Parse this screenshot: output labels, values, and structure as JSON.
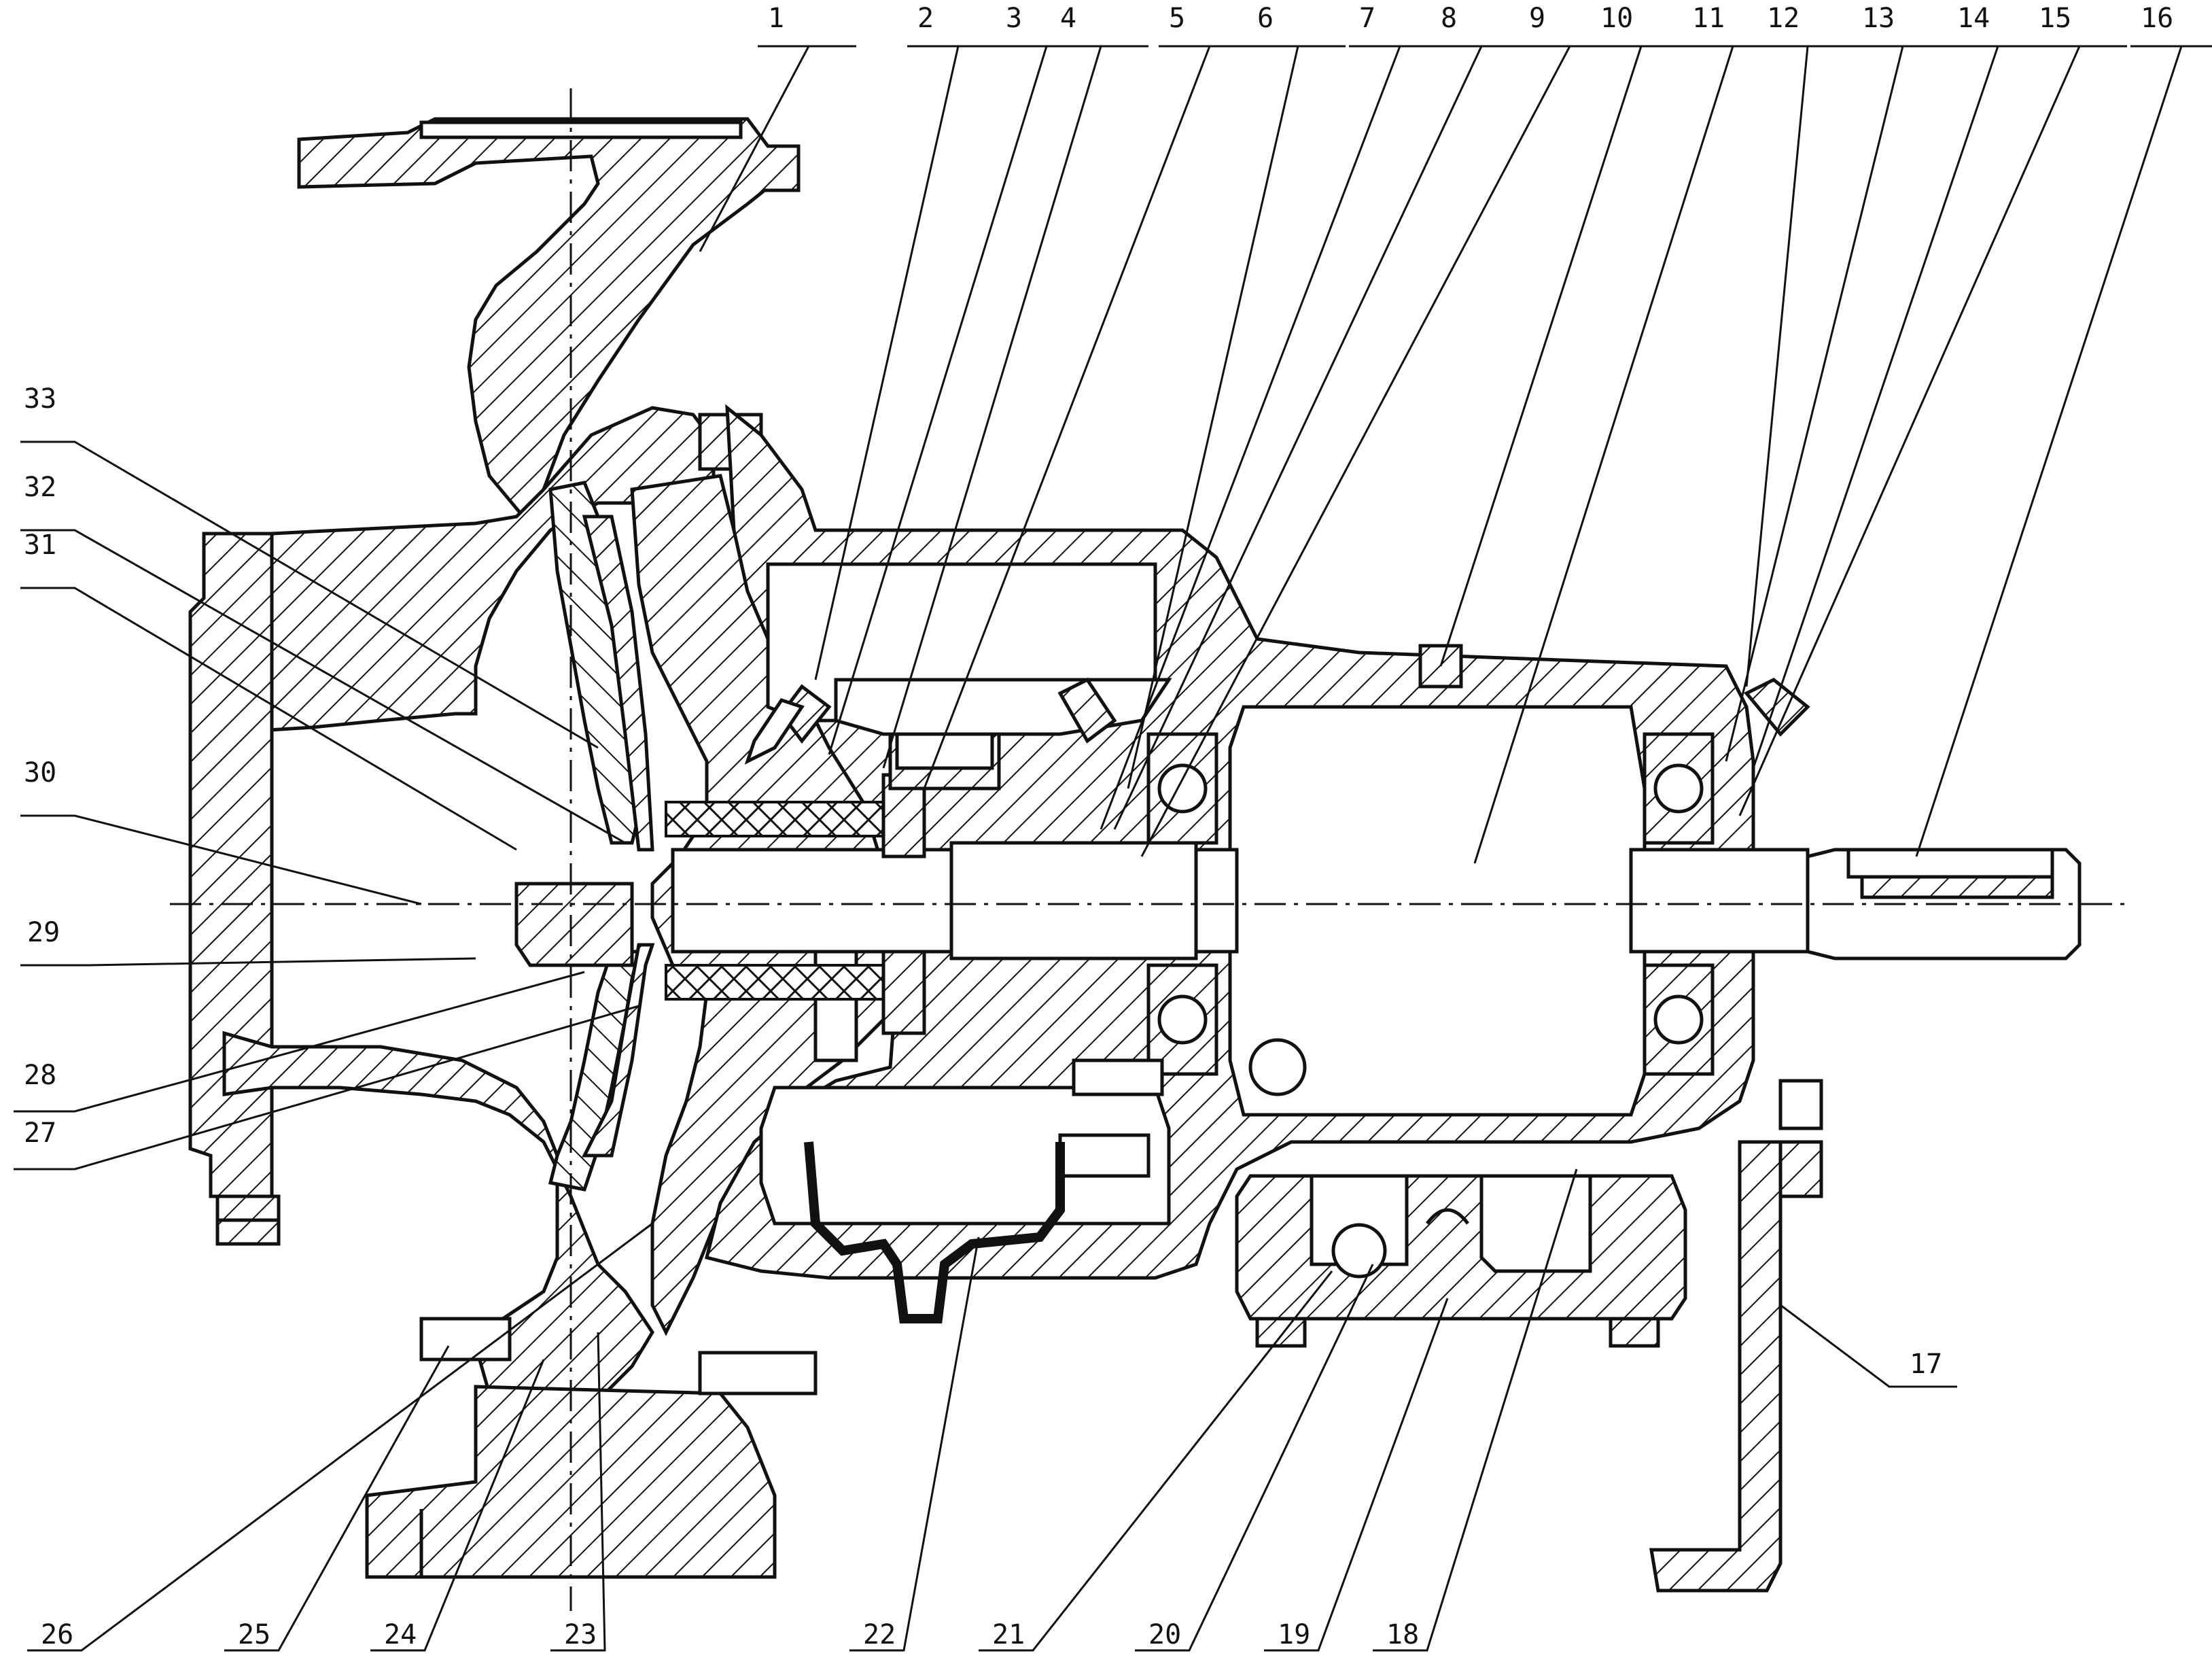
{
  "drawing": {
    "callouts_top": [
      "1",
      "2",
      "3",
      "4",
      "5",
      "6",
      "7",
      "8",
      "9",
      "10",
      "11",
      "12",
      "13",
      "14",
      "15",
      "16"
    ],
    "callouts_left": [
      "33",
      "32",
      "31",
      "30",
      "29",
      "28",
      "27"
    ],
    "callouts_right": [
      "17"
    ],
    "callouts_bottom": [
      "26",
      "25",
      "24",
      "23",
      "22",
      "21",
      "20",
      "19",
      "18"
    ]
  }
}
